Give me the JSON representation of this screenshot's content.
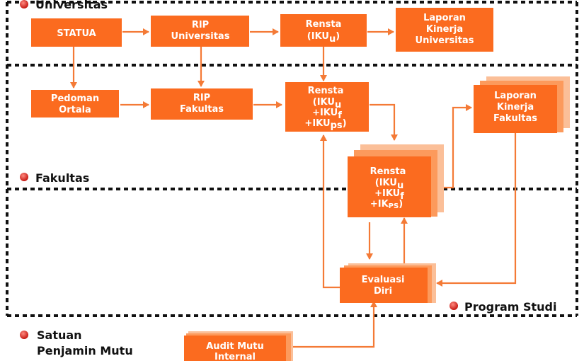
{
  "zones": {
    "universitas": "Universitas",
    "fakultas": "Fakultas",
    "program_studi": "Program Studi",
    "spm_line1": "Satuan",
    "spm_line2": "Penjamin Mutu"
  },
  "boxes": {
    "statua": "STATUA",
    "rip_univ_1": "RIP",
    "rip_univ_2": "Universitas",
    "renstra_univ_1": "Rensta",
    "renstra_univ_2": "(IKU",
    "renstra_univ_2_sub": "u",
    "renstra_univ_2_end": ")",
    "laporan_univ_1": "Laporan",
    "laporan_univ_2": "Kinerja",
    "laporan_univ_3": "Universitas",
    "pedoman_1": "Pedoman",
    "pedoman_2": "Ortala",
    "rip_fak_1": "RIP",
    "rip_fak_2": "Fakultas",
    "renstra_fak_1": "Rensta",
    "renstra_fak_2": "(IKU",
    "renstra_fak_2_sub": "u",
    "renstra_fak_3": "+IKU",
    "renstra_fak_3_sub": "f",
    "renstra_fak_4": "+IKU",
    "renstra_fak_4_sub": "ps",
    "renstra_fak_4_end": ")",
    "laporan_fak_1": "Laporan",
    "laporan_fak_2": "Kinerja",
    "laporan_fak_3": "Fakultas",
    "renstra_ps_1": "Rensta",
    "renstra_ps_2": "(IKU",
    "renstra_ps_2_sub": "u",
    "renstra_ps_3": "+IKU",
    "renstra_ps_3_sub": "f",
    "renstra_ps_4": "+IK",
    "renstra_ps_4_sub": "PS",
    "renstra_ps_4_end": ")",
    "evaluasi_1": "Evaluasi",
    "evaluasi_2": "Diri",
    "audit_1": "Audit Mutu",
    "audit_2": "Internal"
  },
  "colors": {
    "box": "#fb6b1f",
    "box_shadow": "#fbbf98",
    "arrow": "#f47a36",
    "divider": "#111111",
    "bullet": "#e0241b"
  }
}
